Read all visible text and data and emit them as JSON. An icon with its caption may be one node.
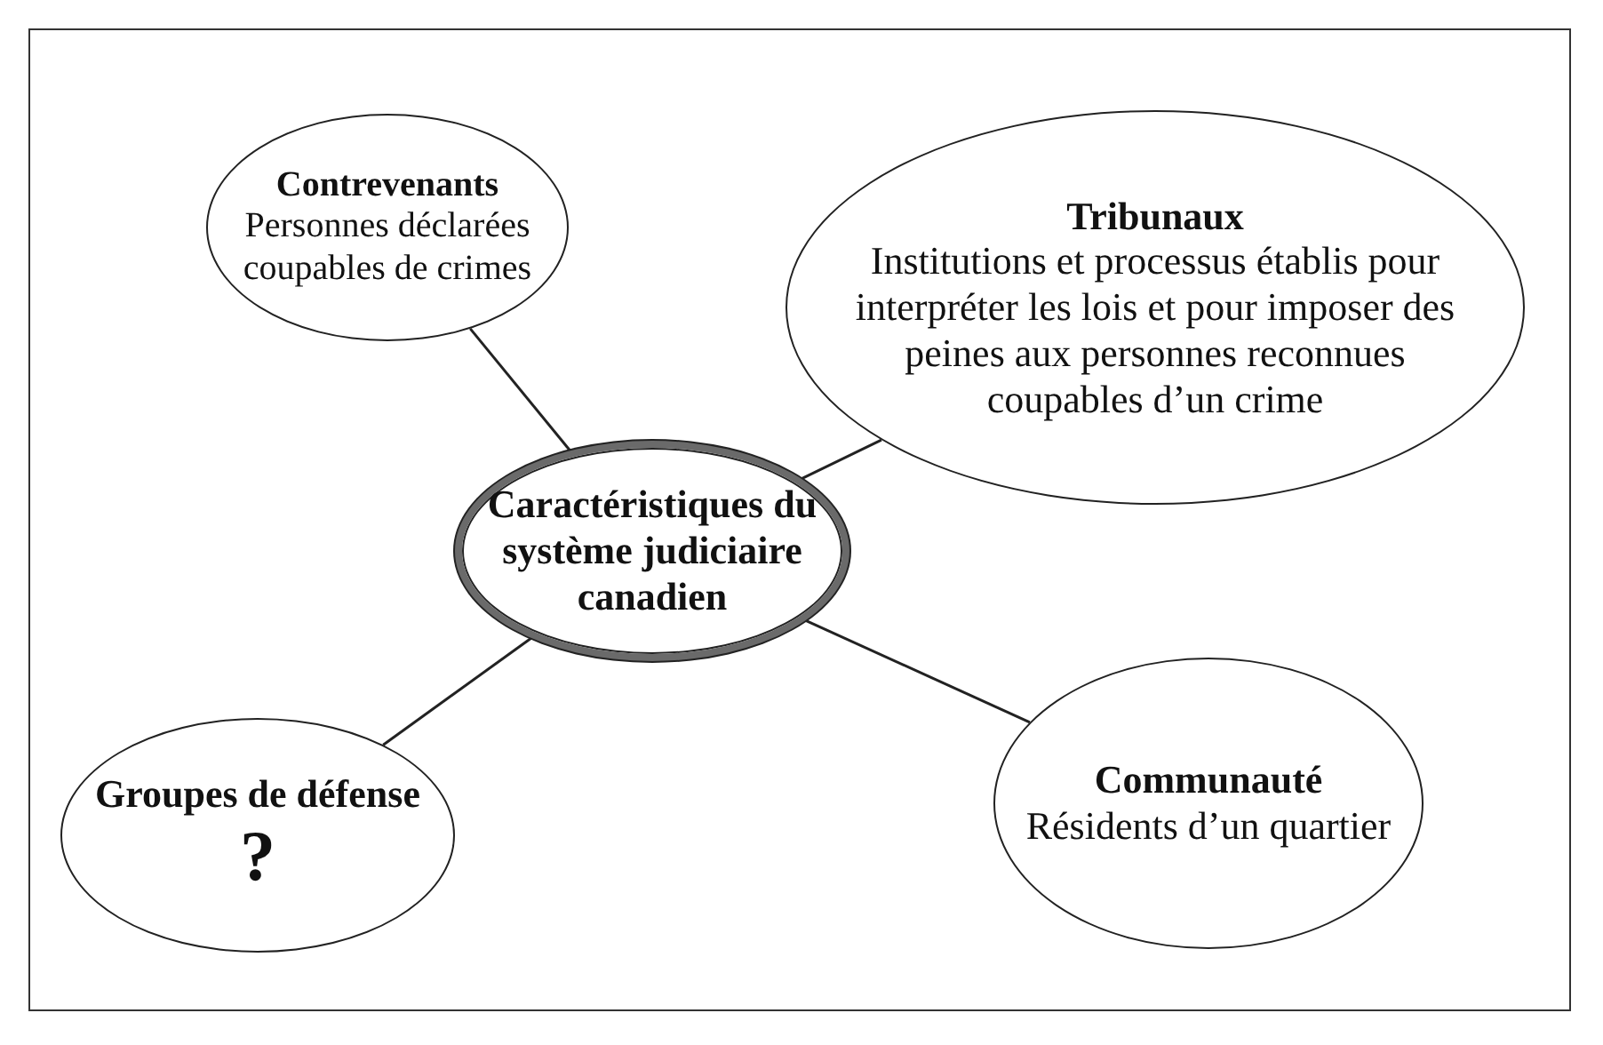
{
  "diagram": {
    "nodes": [
      {
        "text": [
          "Caractéristiques du système judiciaire canadien"
        ]
      },
      {
        "text": [
          "Contrevenants",
          "Personnes déclarées coupables de crimes"
        ]
      },
      {
        "text": [
          "Tribunaux",
          "Institutions et processus établis pour interpréter les lois et pour imposer des peines aux personnes reconnues coupables d’un crime"
        ]
      },
      {
        "text": [
          "Groupes de défense",
          "?"
        ]
      },
      {
        "text": [
          "Communauté",
          "Résidents d’un quartier"
        ]
      }
    ],
    "edges": [
      {
        "from": 0,
        "to": 1,
        "arrow": "none"
      },
      {
        "from": 0,
        "to": 2,
        "arrow": "none"
      },
      {
        "from": 0,
        "to": 3,
        "arrow": "none"
      },
      {
        "from": 0,
        "to": 4,
        "arrow": "none"
      }
    ]
  }
}
